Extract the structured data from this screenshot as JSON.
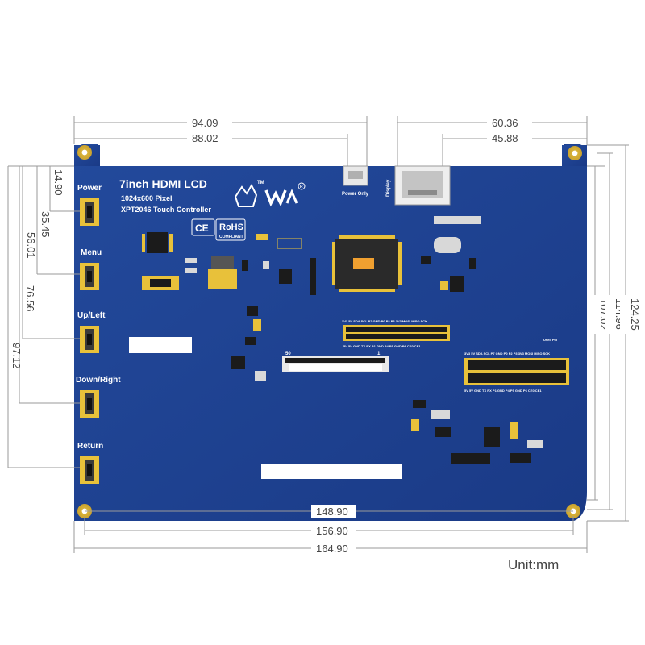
{
  "board": {
    "title": "7inch HDMI LCD",
    "line1": "1024x600 Pixel",
    "line2": "XPT2046 Touch Controller",
    "logo_tm": "TM",
    "logo_r": "R",
    "port_power_only": "Power Only",
    "port_display": "Display",
    "used_pin_note": "Used Pin",
    "header_top_row": "3V3 5V SDA SCL P7 GND P0 P2 P3 3V3 MOSI MISO SCK",
    "header_bottom_row": "5V 5V GND TX RX P1 GND P4 P5 GND P6 CE0 CE1",
    "connector_left": "50",
    "connector_right": "1",
    "mark_ce": "CE",
    "mark_rohs": "RoHS",
    "mark_rohs_sub": "COMPLIANT"
  },
  "buttons": [
    {
      "label": "Power"
    },
    {
      "label": "Menu"
    },
    {
      "label": "Up/Left"
    },
    {
      "label": "Down/Right"
    },
    {
      "label": "Return"
    }
  ],
  "dimensions": {
    "top_1": "94.09",
    "top_2": "88.02",
    "top_right_1": "60.36",
    "top_right_2": "45.88",
    "left_1": "14.90",
    "left_2": "35.45",
    "left_3": "56.01",
    "left_4": "76.56",
    "left_5": "97.12",
    "right_1": "107.02",
    "right_2": "114.96",
    "right_3": "124.25",
    "bottom_1": "148.90",
    "bottom_2": "156.90",
    "bottom_3": "164.90"
  },
  "unit_label": "Unit:mm",
  "colors": {
    "board": "#1d3f8f",
    "pad": "#e8c13a",
    "dimension_line": "#9a9a9a"
  }
}
